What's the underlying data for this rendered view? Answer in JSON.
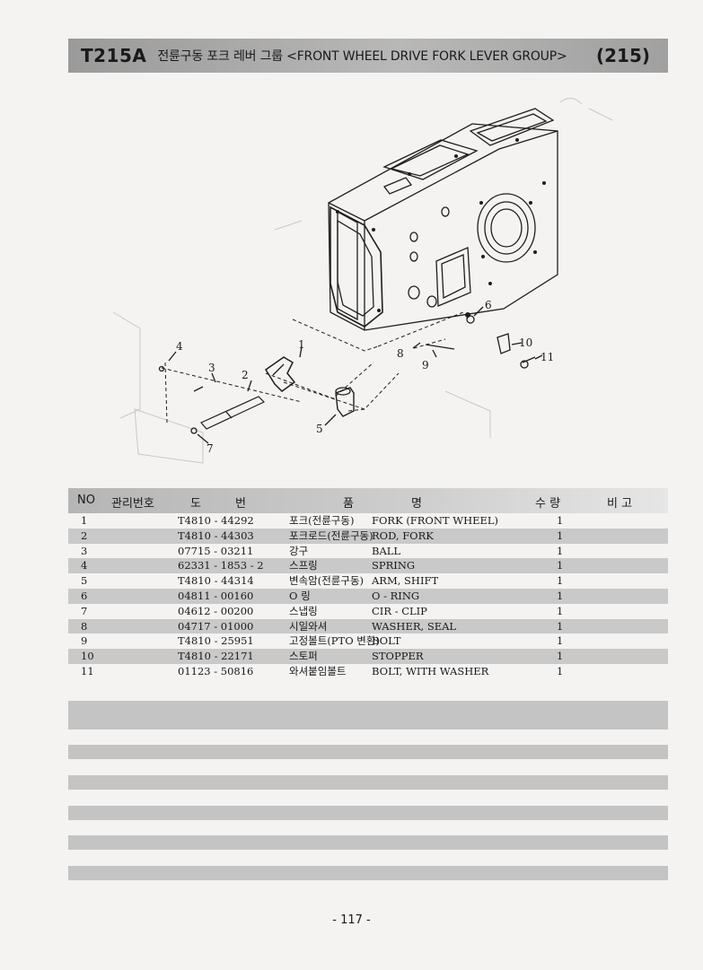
{
  "header": {
    "code": "T215A",
    "title": "전륜구동 포크 레버 그룹 <FRONT WHEEL DRIVE FORK LEVER  GROUP>",
    "number": "(215)"
  },
  "diagram": {
    "callouts": [
      "1",
      "2",
      "3",
      "4",
      "5",
      "6",
      "7",
      "8",
      "9",
      "10",
      "11"
    ]
  },
  "table": {
    "headers": {
      "no": "NO",
      "mgmt": "관리번호",
      "part_a": "도",
      "part_b": "번",
      "name_a": "품",
      "name_b": "명",
      "qty": "수 량",
      "remark": "비 고"
    },
    "rows": [
      {
        "no": "1",
        "code": "T4810 - 44292",
        "ko": "포크(전륜구동)",
        "en": "FORK (FRONT WHEEL)",
        "qty": "1"
      },
      {
        "no": "2",
        "code": "T4810 - 44303",
        "ko": "포크로드(전륜구동)",
        "en": "ROD, FORK",
        "qty": "1"
      },
      {
        "no": "3",
        "code": "07715 - 03211",
        "ko": "강구",
        "en": "BALL",
        "qty": "1"
      },
      {
        "no": "4",
        "code": "62331 - 1853 - 2",
        "ko": "스프링",
        "en": "SPRING",
        "qty": "1"
      },
      {
        "no": "5",
        "code": "T4810 - 44314",
        "ko": "변속암(전륜구동)",
        "en": "ARM, SHIFT",
        "qty": "1"
      },
      {
        "no": "6",
        "code": "04811 - 00160",
        "ko": "O 링",
        "en": "O - RING",
        "qty": "1"
      },
      {
        "no": "7",
        "code": "04612 - 00200",
        "ko": "스냅링",
        "en": "CIR - CLIP",
        "qty": "1"
      },
      {
        "no": "8",
        "code": "04717 - 01000",
        "ko": "시일와셔",
        "en": "WASHER, SEAL",
        "qty": "1"
      },
      {
        "no": "9",
        "code": "T4810 - 25951",
        "ko": "고정볼트(PTO 변환)",
        "en": "BOLT",
        "qty": "1"
      },
      {
        "no": "10",
        "code": "T4810 - 22171",
        "ko": "스토퍼",
        "en": "STOPPER",
        "qty": "1"
      },
      {
        "no": "11",
        "code": "01123 - 50816",
        "ko": "와셔붙임볼트",
        "en": "BOLT, WITH WASHER",
        "qty": "1"
      }
    ]
  },
  "footer": {
    "page": "- 117 -"
  }
}
